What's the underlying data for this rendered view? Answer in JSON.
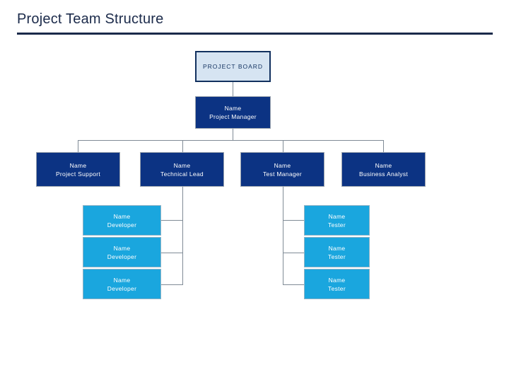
{
  "slide": {
    "title": "Project Team Structure",
    "background_color": "#ffffff",
    "title_color": "#1b2a4a"
  },
  "colors": {
    "board_fill": "#d6e4f2",
    "board_border": "#12315f",
    "navy_fill": "#0c3383",
    "cyan_fill": "#1aa6de",
    "connector": "#808b96",
    "node_text_light": "#ffffff",
    "node_text_navy": "#12315f"
  },
  "org_chart": {
    "board": {
      "label": "PROJECT BOARD"
    },
    "manager": {
      "name": "Name",
      "role": "Project Manager"
    },
    "second_row": [
      {
        "name": "Name",
        "role": "Project Support"
      },
      {
        "name": "Name",
        "role": "Technical Lead"
      },
      {
        "name": "Name",
        "role": "Test Manager"
      },
      {
        "name": "Name",
        "role": "Business Analyst"
      }
    ],
    "developers": [
      {
        "name": "Name",
        "role": "Developer"
      },
      {
        "name": "Name",
        "role": "Developer"
      },
      {
        "name": "Name",
        "role": "Developer"
      }
    ],
    "testers": [
      {
        "name": "Name",
        "role": "Tester"
      },
      {
        "name": "Name",
        "role": "Tester"
      },
      {
        "name": "Name",
        "role": "Tester"
      }
    ]
  }
}
